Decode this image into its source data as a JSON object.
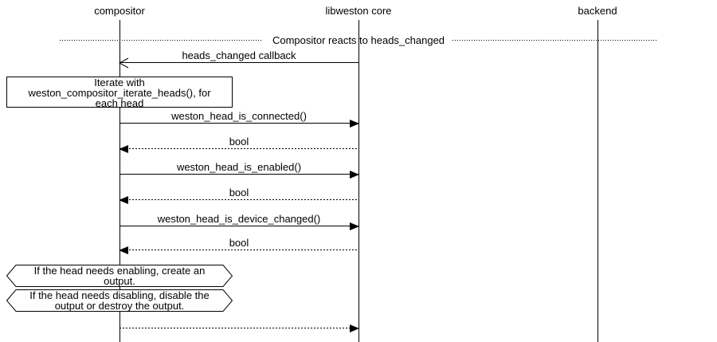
{
  "diagram": {
    "title": "Compositor reacts to heads_changed",
    "colors": {
      "background": "#ffffff",
      "line": "#000000",
      "text": "#000000"
    },
    "participants": [
      {
        "label": "compositor"
      },
      {
        "label": "libweston core"
      },
      {
        "label": "backend"
      }
    ],
    "divider": {
      "label": "Compositor reacts to heads_changed"
    },
    "messages": [
      {
        "label": "heads_changed callback",
        "from": "libweston core",
        "to": "compositor",
        "line": "solid",
        "head": "open"
      },
      {
        "label": "weston_head_is_connected()",
        "from": "compositor",
        "to": "libweston core",
        "line": "solid",
        "head": "filled"
      },
      {
        "label": "bool",
        "from": "libweston core",
        "to": "compositor",
        "line": "dotted",
        "head": "filled"
      },
      {
        "label": "weston_head_is_enabled()",
        "from": "compositor",
        "to": "libweston core",
        "line": "solid",
        "head": "filled"
      },
      {
        "label": "bool",
        "from": "libweston core",
        "to": "compositor",
        "line": "dotted",
        "head": "filled"
      },
      {
        "label": "weston_head_is_device_changed()",
        "from": "compositor",
        "to": "libweston core",
        "line": "solid",
        "head": "filled"
      },
      {
        "label": "bool",
        "from": "libweston core",
        "to": "compositor",
        "line": "dotted",
        "head": "filled"
      },
      {
        "label": "",
        "from": "compositor",
        "to": "libweston core",
        "line": "dotted",
        "head": "filled"
      }
    ],
    "notes": [
      {
        "shape": "box",
        "lines": [
          "Iterate with",
          "weston_compositor_iterate_heads(), for",
          "each head"
        ]
      },
      {
        "shape": "hexagon",
        "lines": [
          "If the head needs enabling, create an",
          "output."
        ]
      },
      {
        "shape": "hexagon",
        "lines": [
          "If the head needs disabling, disable the",
          "output or destroy the output."
        ]
      }
    ]
  }
}
